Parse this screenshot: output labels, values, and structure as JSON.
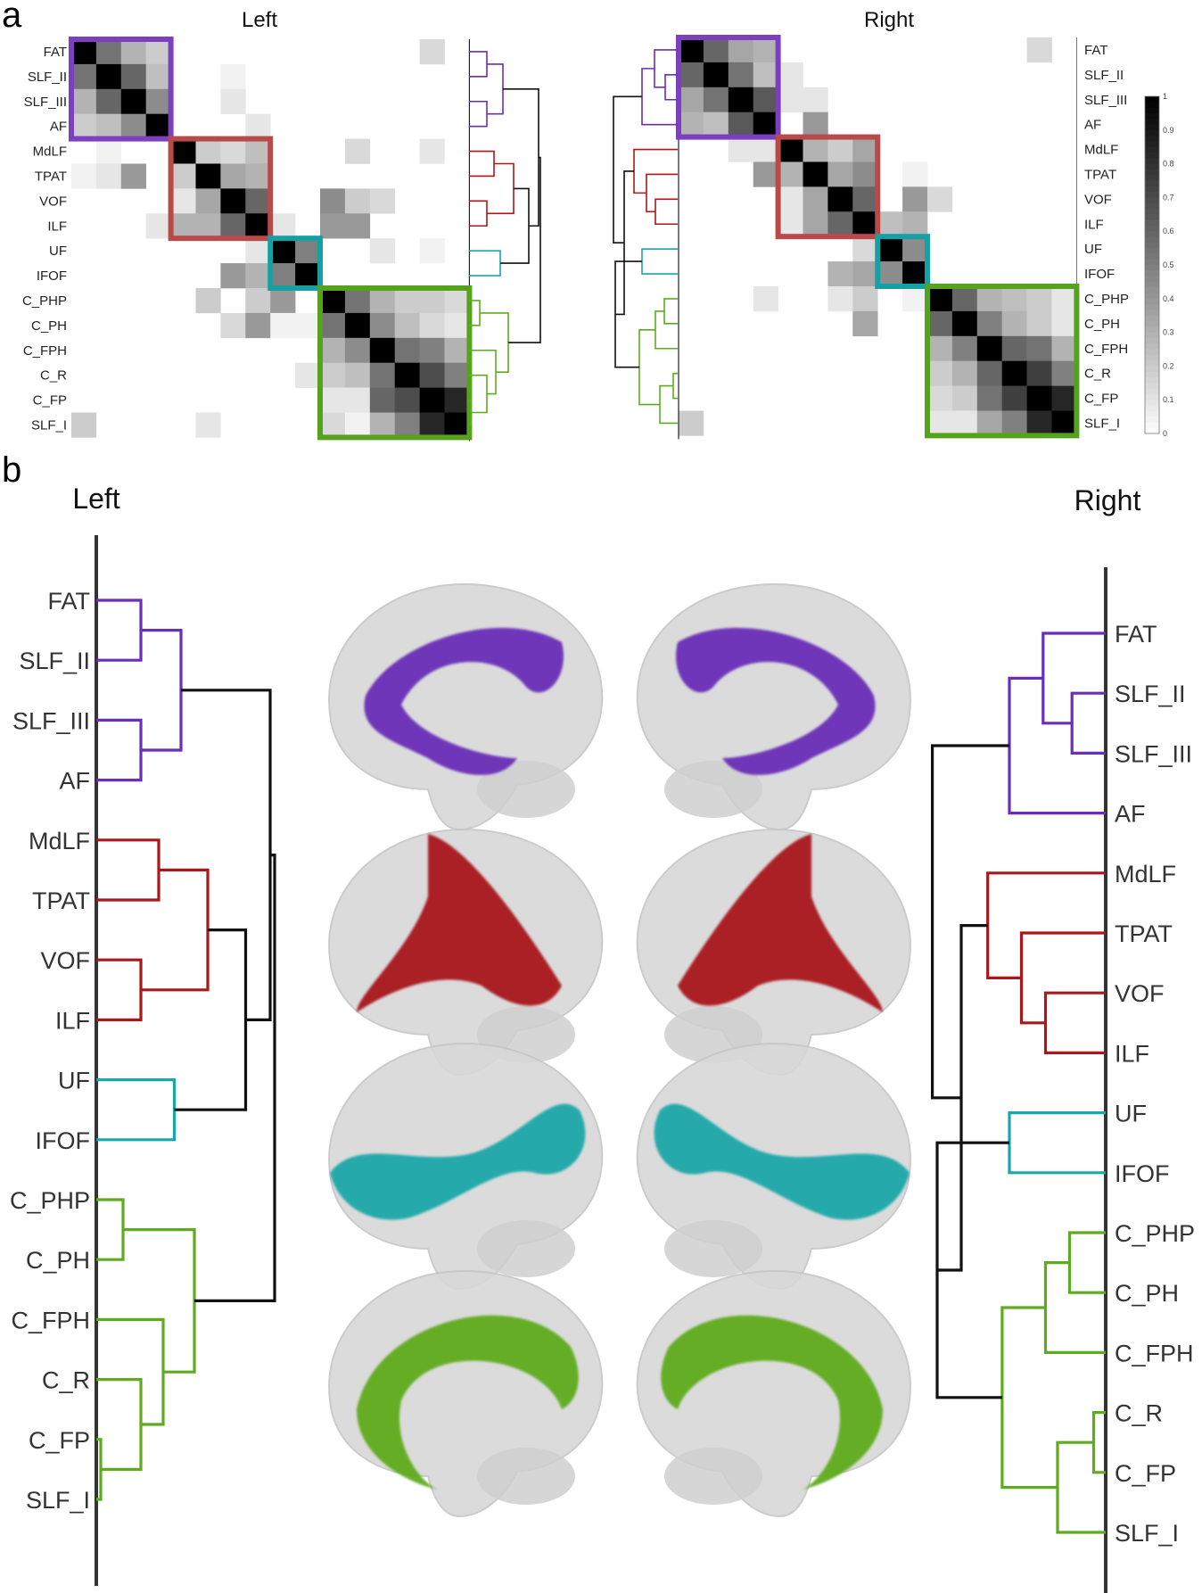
{
  "figure": {
    "panel_a_label": "a",
    "panel_b_label": "b",
    "left_heading": "Left",
    "right_heading": "Right"
  },
  "colors": {
    "cluster_1": "#6a2eb8",
    "cluster_2": "#a8181c",
    "cluster_3": "#1aa7a9",
    "cluster_4": "#5eab1f",
    "box_1": "#7b3fc0",
    "box_2": "#b84a4a",
    "box_3": "#16a0a4",
    "box_4": "#55a31d",
    "link": "#111111",
    "brain": "#d8d8d8"
  },
  "chart_data": [
    {
      "type": "heatmap",
      "title": "Left",
      "labels": [
        "FAT",
        "SLF_II",
        "SLF_III",
        "AF",
        "MdLF",
        "TPAT",
        "VOF",
        "ILF",
        "UF",
        "IFOF",
        "C_PHP",
        "C_PH",
        "C_FPH",
        "C_R",
        "C_FP",
        "SLF_I"
      ],
      "clusters": [
        [
          0,
          3
        ],
        [
          4,
          7
        ],
        [
          8,
          9
        ],
        [
          10,
          15
        ]
      ],
      "matrix": [
        [
          1,
          0.55,
          0.3,
          0.2,
          0,
          0,
          0,
          0,
          0,
          0,
          0,
          0,
          0,
          0,
          0.15,
          0
        ],
        [
          0.55,
          1,
          0.6,
          0.25,
          0,
          0,
          0.05,
          0,
          0,
          0,
          0,
          0,
          0,
          0,
          0,
          0
        ],
        [
          0.3,
          0.6,
          1,
          0.45,
          0,
          0,
          0.1,
          0,
          0,
          0,
          0,
          0,
          0,
          0,
          0,
          0
        ],
        [
          0.2,
          0.25,
          0.45,
          1,
          0,
          0,
          0,
          0.1,
          0,
          0,
          0,
          0,
          0,
          0,
          0,
          0
        ],
        [
          0,
          0.05,
          0,
          0,
          1,
          0.2,
          0.15,
          0.25,
          0,
          0,
          0,
          0.15,
          0,
          0,
          0.1,
          0
        ],
        [
          0.05,
          0.1,
          0.4,
          0,
          0.2,
          1,
          0.35,
          0.3,
          0,
          0,
          0,
          0,
          0,
          0,
          0,
          0
        ],
        [
          0,
          0,
          0,
          0,
          0.1,
          0.35,
          1,
          0.6,
          0,
          0,
          0.45,
          0.2,
          0.15,
          0,
          0,
          0
        ],
        [
          0,
          0,
          0,
          0.1,
          0.3,
          0.3,
          0.6,
          1,
          0.1,
          0,
          0.4,
          0.4,
          0,
          0,
          0,
          0
        ],
        [
          0,
          0,
          0,
          0,
          0,
          0,
          0,
          0.1,
          1,
          0.5,
          0,
          0,
          0.1,
          0,
          0.05,
          0
        ],
        [
          0,
          0,
          0,
          0,
          0,
          0,
          0.4,
          0.3,
          0.5,
          1,
          0,
          0,
          0,
          0,
          0,
          0
        ],
        [
          0,
          0,
          0,
          0,
          0,
          0.2,
          0,
          0.2,
          0.4,
          0,
          1,
          0.55,
          0.3,
          0.2,
          0.2,
          0.15
        ],
        [
          0,
          0,
          0,
          0,
          0,
          0,
          0.15,
          0.4,
          0.05,
          0.05,
          0.55,
          1,
          0.45,
          0.25,
          0.15,
          0.1
        ],
        [
          0,
          0,
          0,
          0,
          0,
          0,
          0,
          0,
          0,
          0,
          0.3,
          0.45,
          1,
          0.55,
          0.5,
          0.3
        ],
        [
          0,
          0,
          0,
          0,
          0,
          0,
          0,
          0,
          0,
          0.1,
          0.2,
          0.25,
          0.55,
          1,
          0.7,
          0.5
        ],
        [
          0,
          0,
          0,
          0,
          0,
          0,
          0,
          0,
          0,
          0,
          0.1,
          0.1,
          0.6,
          0.7,
          1,
          0.85
        ],
        [
          0.2,
          0,
          0,
          0,
          0,
          0.1,
          0,
          0,
          0,
          0,
          0.15,
          0.05,
          0.3,
          0.5,
          0.85,
          1
        ]
      ]
    },
    {
      "type": "heatmap",
      "title": "Right",
      "labels": [
        "FAT",
        "SLF_II",
        "SLF_III",
        "AF",
        "MdLF",
        "TPAT",
        "VOF",
        "ILF",
        "UF",
        "IFOF",
        "C_PHP",
        "C_PH",
        "C_FPH",
        "C_R",
        "C_FP",
        "SLF_I"
      ],
      "clusters": [
        [
          0,
          3
        ],
        [
          4,
          7
        ],
        [
          8,
          9
        ],
        [
          10,
          15
        ]
      ],
      "matrix": [
        [
          1,
          0.6,
          0.35,
          0.3,
          0,
          0,
          0,
          0,
          0,
          0,
          0,
          0,
          0,
          0,
          0.15,
          0
        ],
        [
          0.6,
          1,
          0.55,
          0.25,
          0.1,
          0,
          0,
          0,
          0,
          0,
          0,
          0,
          0,
          0,
          0,
          0
        ],
        [
          0.35,
          0.55,
          1,
          0.65,
          0.1,
          0.1,
          0,
          0,
          0,
          0,
          0,
          0,
          0,
          0,
          0,
          0
        ],
        [
          0.3,
          0.25,
          0.65,
          1,
          0,
          0.4,
          0,
          0,
          0,
          0,
          0,
          0,
          0,
          0,
          0,
          0
        ],
        [
          0,
          0,
          0.1,
          0.1,
          1,
          0.3,
          0.2,
          0.35,
          0,
          0,
          0,
          0,
          0,
          0,
          0,
          0
        ],
        [
          0,
          0,
          0,
          0.4,
          0.3,
          1,
          0.35,
          0.45,
          0,
          0.05,
          0,
          0,
          0,
          0,
          0,
          0
        ],
        [
          0,
          0,
          0,
          0,
          0.1,
          0.35,
          1,
          0.6,
          0,
          0.4,
          0.15,
          0,
          0,
          0,
          0,
          0
        ],
        [
          0,
          0,
          0,
          0,
          0.1,
          0.35,
          0.6,
          1,
          0.25,
          0.3,
          0,
          0,
          0,
          0,
          0,
          0
        ],
        [
          0,
          0,
          0,
          0,
          0,
          0,
          0,
          0.15,
          1,
          0.45,
          0,
          0,
          0,
          0,
          0,
          0
        ],
        [
          0,
          0,
          0,
          0,
          0,
          0,
          0.3,
          0.35,
          0.45,
          1,
          0,
          0,
          0,
          0,
          0,
          0
        ],
        [
          0,
          0,
          0,
          0.1,
          0,
          0,
          0.1,
          0.2,
          0,
          0.05,
          1,
          0.6,
          0.3,
          0.25,
          0.2,
          0.1
        ],
        [
          0,
          0,
          0,
          0,
          0,
          0,
          0,
          0.35,
          0,
          0,
          0.6,
          1,
          0.5,
          0.3,
          0.2,
          0.1
        ],
        [
          0,
          0,
          0,
          0,
          0,
          0,
          0,
          0,
          0,
          0,
          0.3,
          0.5,
          1,
          0.6,
          0.55,
          0.3
        ],
        [
          0,
          0,
          0,
          0,
          0,
          0,
          0,
          0,
          0,
          0,
          0.2,
          0.3,
          0.6,
          1,
          0.75,
          0.5
        ],
        [
          0,
          0,
          0,
          0,
          0,
          0,
          0,
          0,
          0,
          0,
          0.15,
          0.2,
          0.55,
          0.75,
          1,
          0.85
        ],
        [
          0.2,
          0,
          0,
          0,
          0,
          0,
          0,
          0,
          0,
          0,
          0.1,
          0.1,
          0.35,
          0.5,
          0.85,
          1
        ]
      ]
    }
  ],
  "colorbar": {
    "ticks": [
      "0",
      "0.1",
      "0.2",
      "0.3",
      "0.4",
      "0.5",
      "0.6",
      "0.7",
      "0.8",
      "0.9",
      "1"
    ]
  }
}
